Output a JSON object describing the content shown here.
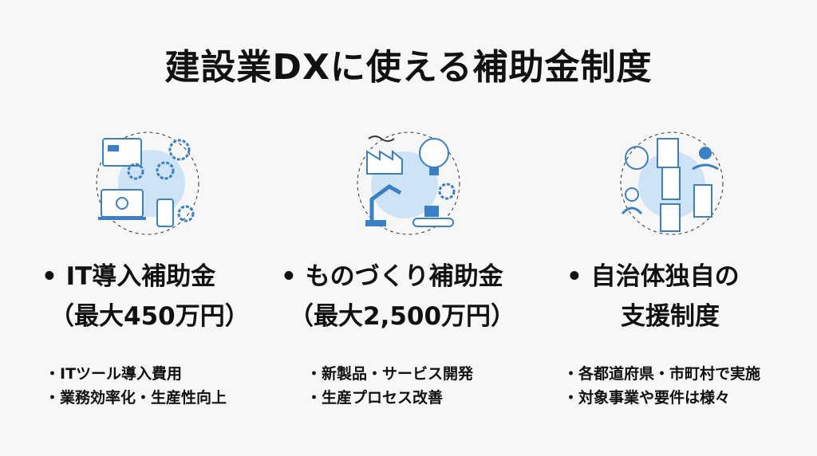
{
  "title": "建設業DXに使える補助金制度",
  "columns": [
    {
      "icon": "it-devices-gears-icon",
      "heading": "• IT導入補助金",
      "subheading": "（最大450万円）",
      "bullets": [
        "ITツール導入費用",
        "業務効率化・生産性向上"
      ]
    },
    {
      "icon": "factory-robot-lightbulb-icon",
      "heading": "• ものづくり補助金",
      "subheading": "（最大2,500万円）",
      "bullets": [
        "新製品・サービス開発",
        "生産プロセス改善"
      ]
    },
    {
      "icon": "city-buildings-people-icon",
      "heading": "• 自治体独自の",
      "subheading": "支援制度",
      "bullets": [
        "各都道府県・市町村で実施",
        "対象事業や要件は様々"
      ]
    }
  ],
  "colors": {
    "accent": "#3b7fc4",
    "blob": "#cfe3f7"
  }
}
